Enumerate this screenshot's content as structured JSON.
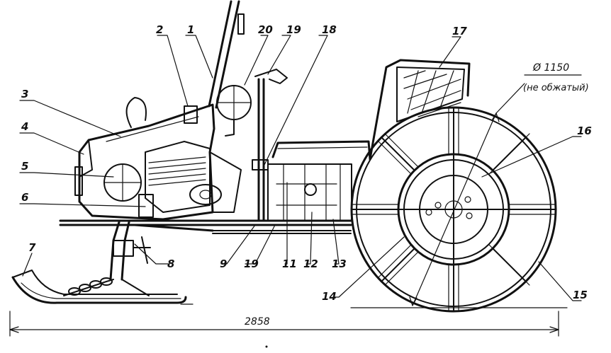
{
  "diagram": {
    "part_numbers": {
      "p1": "1",
      "p2": "2",
      "p3": "3",
      "p4": "4",
      "p5": "5",
      "p6": "6",
      "p7": "7",
      "p8": "8",
      "p9": "9",
      "p11": "11",
      "p12": "12",
      "p13": "13",
      "p14": "14",
      "p15": "15",
      "p16": "16",
      "p17": "17",
      "p18": "18",
      "p19_top": "19",
      "p19_bottom": "19",
      "p20": "20"
    },
    "dimensions": {
      "overall_length": "2858",
      "wheel_diameter": "Ø 1150",
      "wheel_note": "(не обжатый)"
    },
    "colors": {
      "ink": "#111111",
      "paper": "#ffffff"
    }
  }
}
